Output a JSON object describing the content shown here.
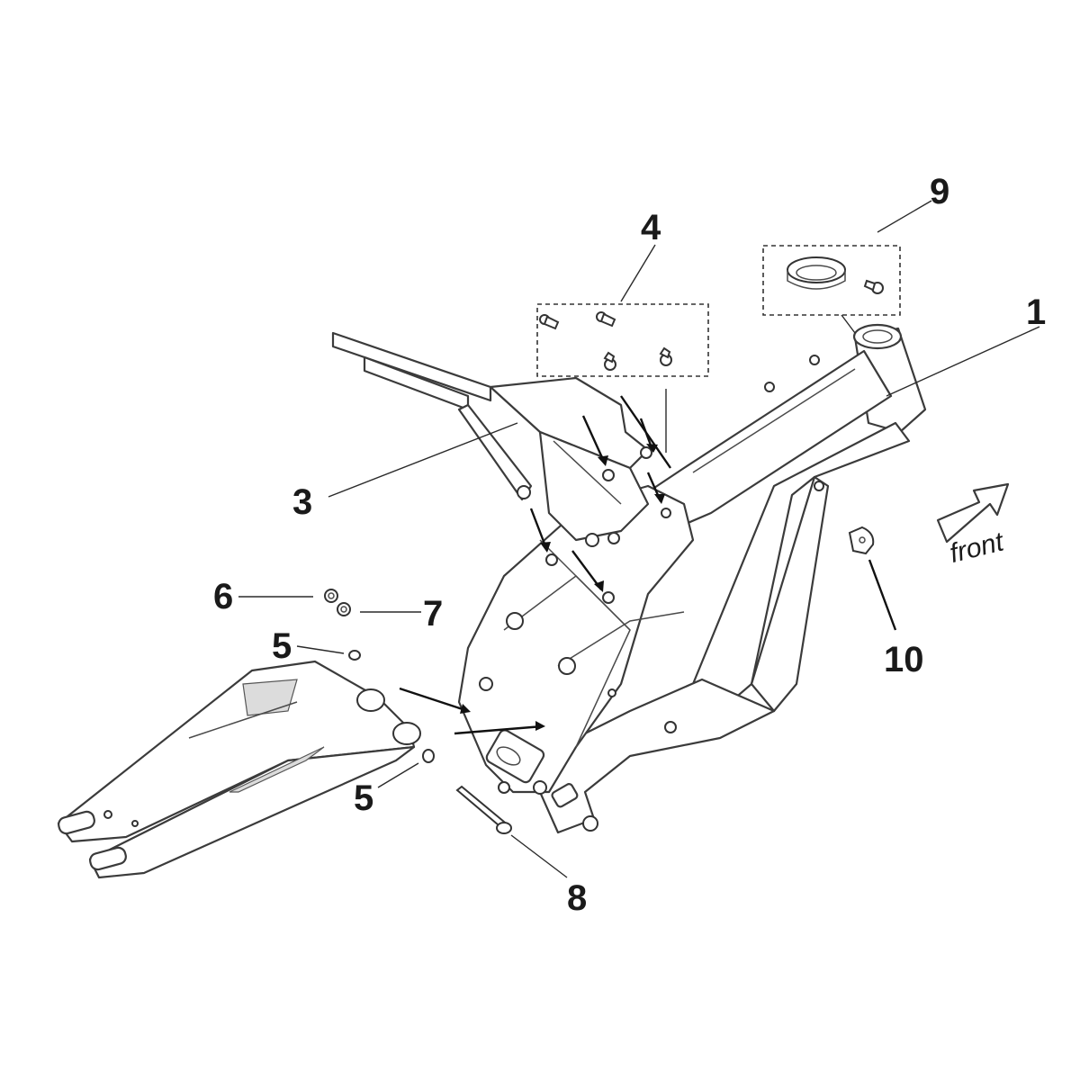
{
  "diagram": {
    "direction_label": "front",
    "callouts": [
      {
        "id": "c1",
        "label": "1"
      },
      {
        "id": "c3",
        "label": "3"
      },
      {
        "id": "c4",
        "label": "4"
      },
      {
        "id": "c5a",
        "label": "5"
      },
      {
        "id": "c5b",
        "label": "5"
      },
      {
        "id": "c6",
        "label": "6"
      },
      {
        "id": "c7",
        "label": "7"
      },
      {
        "id": "c8",
        "label": "8"
      },
      {
        "id": "c9",
        "label": "9"
      },
      {
        "id": "c10",
        "label": "10"
      }
    ],
    "icons": [
      "front-direction-arrow-icon"
    ],
    "colors": {
      "line": "#3b3b3b",
      "text": "#1a1a1a",
      "background": "#ffffff"
    }
  }
}
